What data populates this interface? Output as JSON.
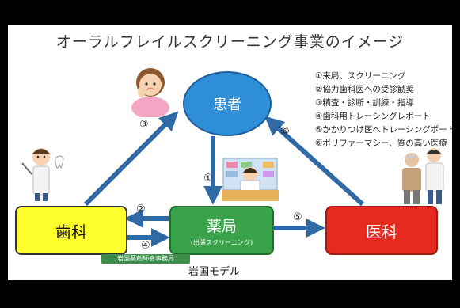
{
  "title": "オーラルフレイルスクリーニング事業のイメージ",
  "legend": [
    "①来局、スクリーニング",
    "②協力歯科医への受診勧奨",
    "③精査・診断・訓練・指導",
    "④歯科用トレーシングレポート",
    "⑤かかりつけ医へトレーシングポート",
    "⑥ポリファーマシー、質の高い医療"
  ],
  "nodes": {
    "patient": "患者",
    "dental": "歯科",
    "pharmacy": "薬局",
    "pharmacy_sub": "(出張スクリーニング)",
    "medical": "医科"
  },
  "arrow_numbers": {
    "n1": "①",
    "n2": "②",
    "n3": "③",
    "n4": "④",
    "n5": "⑤",
    "n6": "⑥"
  },
  "association_label": "岩国薬剤師会事務局",
  "model_label": "岩国モデル",
  "colors": {
    "arrow": "#2f6aa6",
    "patient": "#2e8ed8",
    "dental": "#ffff2e",
    "pharmacy": "#3aa24a",
    "medical": "#e52a1f"
  }
}
